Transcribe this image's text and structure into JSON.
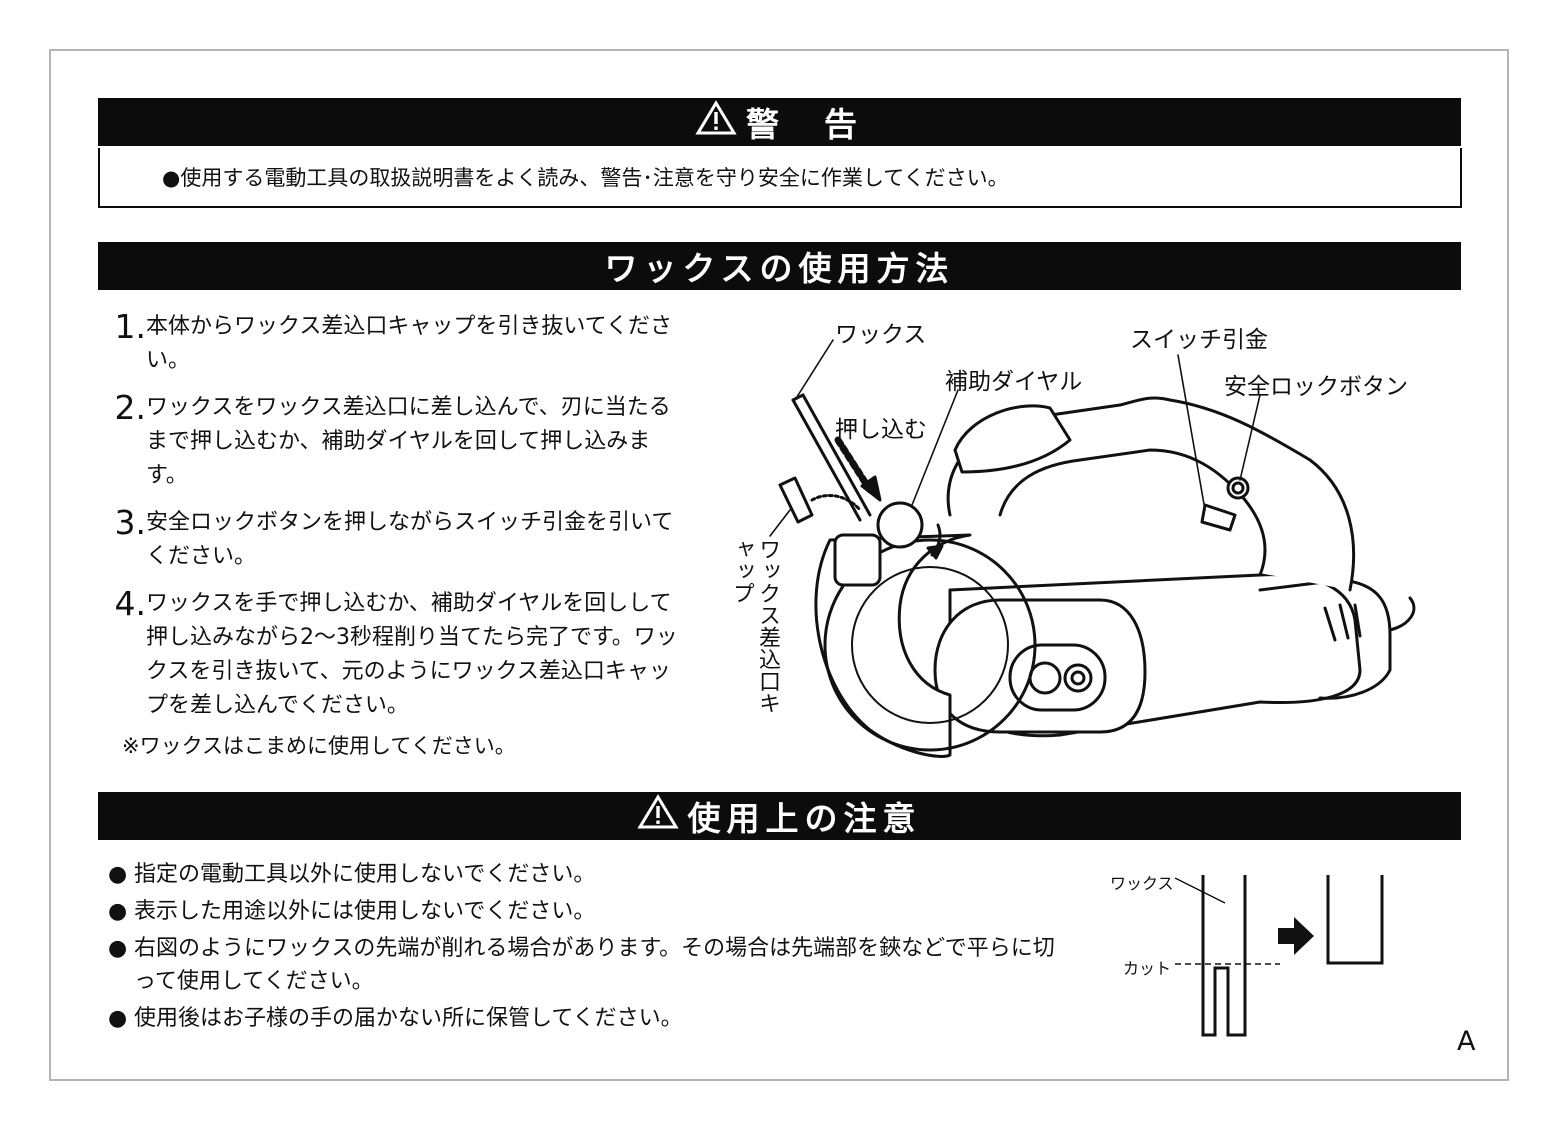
{
  "warning": {
    "title": "警　告",
    "body": "使用する電動工具の取扱説明書をよく読み、警告･注意を守り安全に作業してください。"
  },
  "usage": {
    "title": "ワックスの使用方法",
    "steps": [
      {
        "num": "1.",
        "text": "本体からワックス差込口キャップを引き抜いてください。"
      },
      {
        "num": "2.",
        "text": "ワックスをワックス差込口に差し込んで、刃に当たるまで押し込むか、補助ダイヤルを回して押し込みます。"
      },
      {
        "num": "3.",
        "text": "安全ロックボタンを押しながらスイッチ引金を引いてください。"
      },
      {
        "num": "4.",
        "text": "ワックスを手で押し込むか、補助ダイヤルを回しして押し込みながら2～3秒程削り当てたら完了です。ワックスを引き抜いて、元のようにワックス差込口キャップを差し込んでください。"
      }
    ],
    "note": "※ワックスはこまめに使用してください。"
  },
  "diagram": {
    "labels": {
      "wax": "ワックス",
      "switch_trigger": "スイッチ引金",
      "aux_dial": "補助ダイヤル",
      "safety_lock": "安全ロックボタン",
      "push_in": "押し込む",
      "cap": "ワックス差込口キャップ"
    }
  },
  "precautions": {
    "title": "使用上の注意",
    "items": [
      "指定の電動工具以外に使用しないでください。",
      "表示した用途以外には使用しないでください。",
      "右図のようにワックスの先端が削れる場合があります。その場合は先端部を鋏などで平らに切って使用してください。",
      "使用後はお子様の手の届かない所に保管してください。"
    ]
  },
  "cut_diagram": {
    "wax_label": "ワックス",
    "cut_label": "カット"
  },
  "page_letter": "A",
  "colors": {
    "banner": "#0c0c0c",
    "frame": "#b4b4b4"
  }
}
